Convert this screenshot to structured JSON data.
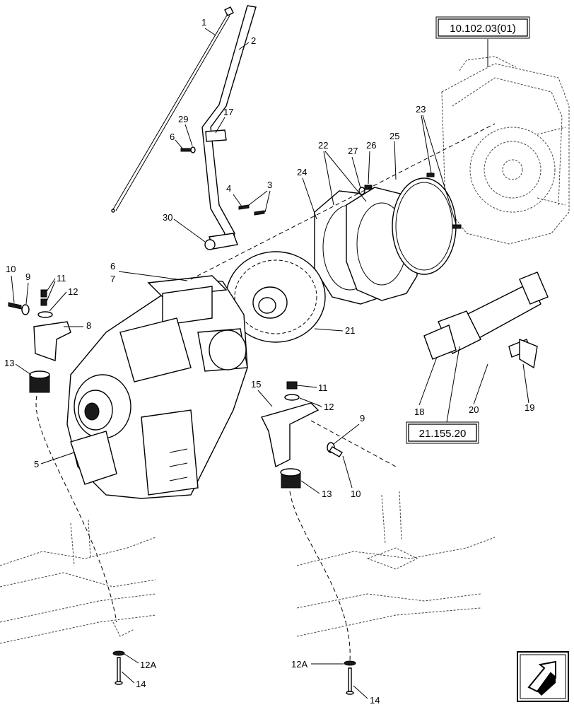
{
  "references": {
    "engine": "10.102.03(01)",
    "driveshaft": "21.155.20"
  },
  "callouts": {
    "c1": "1",
    "c2": "2",
    "c3": "3",
    "c4": "4",
    "c5": "5",
    "c6a": "6",
    "c6b": "6",
    "c7": "7",
    "c8": "8",
    "c9a": "9",
    "c9b": "9",
    "c10a": "10",
    "c10b": "10",
    "c11a": "11",
    "c11b": "11",
    "c12a": "12",
    "c12b": "12",
    "c12Aa": "12A",
    "c12Ab": "12A",
    "c13a": "13",
    "c13b": "13",
    "c14a": "14",
    "c14b": "14",
    "c15": "15",
    "c17": "17",
    "c18": "18",
    "c19": "19",
    "c20": "20",
    "c21": "21",
    "c22": "22",
    "c23": "23",
    "c24": "24",
    "c25": "25",
    "c26": "26",
    "c27": "27",
    "c29": "29",
    "c30": "30"
  },
  "nav_icon": "arrow-box-icon"
}
